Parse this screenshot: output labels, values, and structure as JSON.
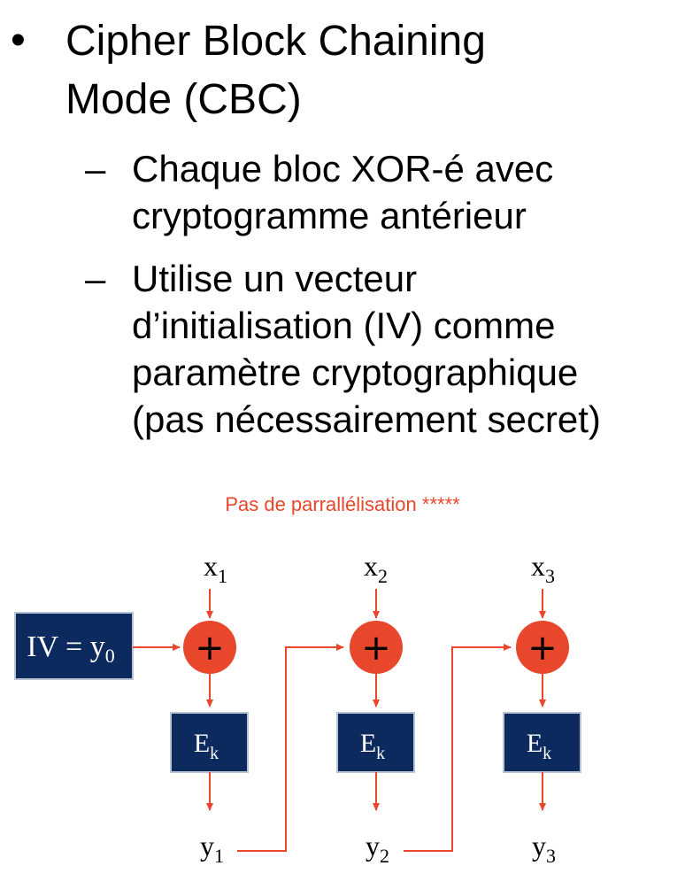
{
  "slide": {
    "bullet": "•",
    "title_line1": "Cipher Block Chaining",
    "title_line2": "Mode (CBC)",
    "sub_dash": "–",
    "sub1_line1": "Chaque bloc XOR-é avec",
    "sub1_line2": "cryptogramme antérieur",
    "sub2_line1": "Utilise un vecteur",
    "sub2_line2": "d’initialisation (IV) comme",
    "sub2_line3": "paramètre cryptographique",
    "sub2_line4": "(pas nécessairement secret)"
  },
  "diagram": {
    "note": "Pas de parrallélisation *****",
    "iv_label": "IV = y",
    "iv_sub": "0",
    "xor_symbol": "+",
    "encrypt_label": "E",
    "encrypt_sub": "k",
    "x_label": "x",
    "y_label": "y",
    "indices": [
      "1",
      "2",
      "3"
    ],
    "colors": {
      "accent": "#e8472b",
      "box_fill": "#0d2a5e",
      "text": "#000000"
    }
  }
}
